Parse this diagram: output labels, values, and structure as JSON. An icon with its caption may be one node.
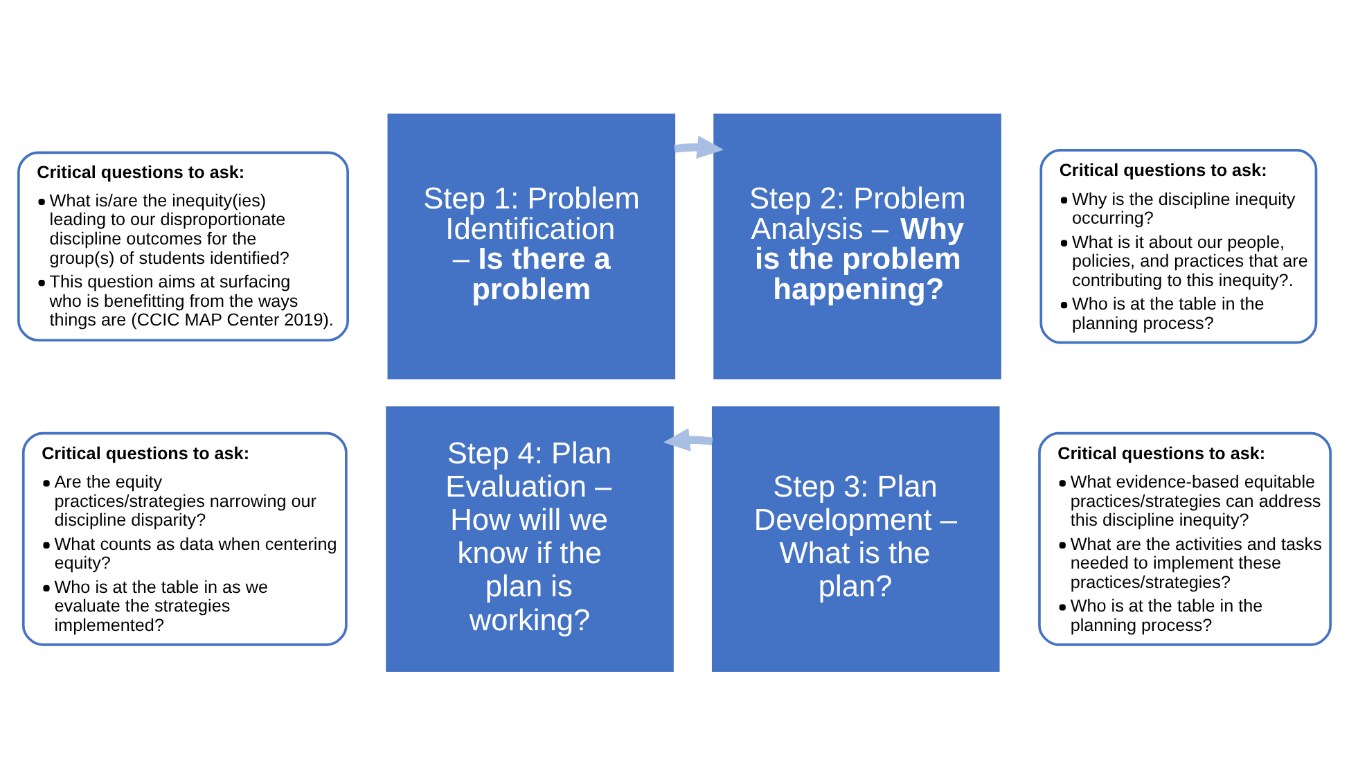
{
  "diagram": {
    "nodes": [
      {
        "text": [
          "Critical questions to ask:",
          "What is/are the inequity(ies) leading to our disproportionate discipline outcomes for the group(s) of students identified?",
          "This question aims at surfacing who is benefitting from the ways things are (CCIC MAP Center 2019)."
        ]
      },
      {
        "text": [
          "Critical questions to ask:",
          "Why is the discipline inequity occurring?",
          "What is it about our people, policies, and practices that are contributing to this inequity?.",
          "Who is at the table in the planning process?"
        ]
      },
      {
        "text": [
          "Step 1: Problem Identification – **Is there a problem**"
        ]
      },
      {
        "text": [
          "Step 2: Problem Analysis – **Why is the problem happening?**"
        ]
      },
      {
        "text": [
          "Step 4: Plan Evaluation – How will we know if the plan is working?"
        ]
      },
      {
        "text": [
          "Step 3: Plan Development – What is the plan?"
        ]
      },
      {
        "text": [
          "Critical questions to ask:",
          "Are the equity practices/strategies narrowing our discipline disparity?",
          "What counts as data when centering equity?",
          "Who is at the table in as we evaluate the strategies implemented?"
        ]
      },
      {
        "text": [
          "Critical questions to ask:",
          "What evidence-based equitable practices/strategies can address this discipline inequity?",
          "What are the activities and tasks needed to implement these practices/strategies?",
          "Who is at the table in the planning process?"
        ]
      }
    ],
    "edges": [
      {
        "from": 2,
        "to": 3,
        "arrow": "to"
      },
      {
        "from": 5,
        "to": 4,
        "arrow": "to"
      }
    ]
  }
}
